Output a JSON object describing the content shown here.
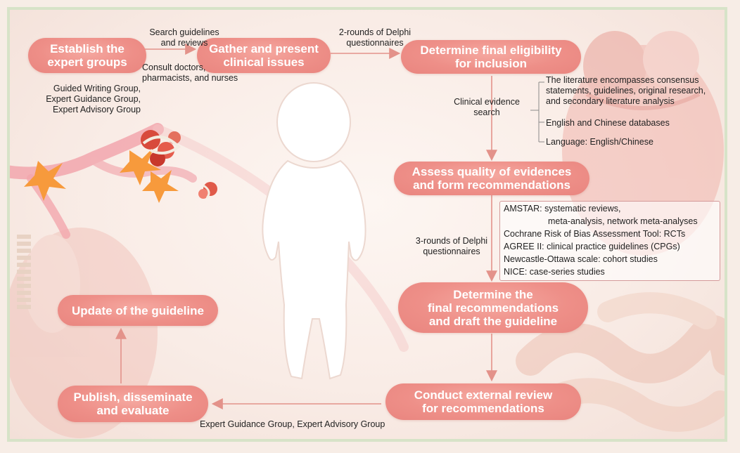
{
  "steps": {
    "establish": "Establish the\nexpert groups",
    "gather": "Gather and present\nclinical issues",
    "eligibility": "Determine final eligibility\nfor inclusion",
    "assess": "Assess quality of evidences\nand form recommendations",
    "final": "Determine the\nfinal recommendations\nand draft the guideline",
    "review": "Conduct external review\nfor recommendations",
    "publish": "Publish, disseminate\nand evaluate",
    "update": "Update of the guideline"
  },
  "notes": {
    "search": "Search  guidelines\nand reviews",
    "consult": "Consult doctors,\npharmacists, and nurses",
    "groups": "Guided Writing Group,\nExpert Guidance Group,\nExpert Advisory Group",
    "delphi2": "2-rounds of Delphi\nquestionnaires",
    "clinical_search": "Clinical evidence\nsearch",
    "delphi3": "3-rounds of Delphi\nquestionnaires",
    "review_groups": "Expert Guidance Group, Expert Advisory Group"
  },
  "search_details": [
    "The literature encompasses consensus",
    "statements, guidelines, original research,",
    "and secondary literature analysis",
    "English and Chinese databases",
    "Language: English/Chinese"
  ],
  "tools": [
    "AMSTAR: systematic reviews,",
    "meta-analysis, network meta-analyses",
    "Cochrane Risk of Bias Assessment Tool: RCTs",
    "AGREE II: clinical practice guidelines (CPGs)",
    "Newcastle-Ottawa scale:  cohort studies",
    "NICE: case-series studies"
  ]
}
